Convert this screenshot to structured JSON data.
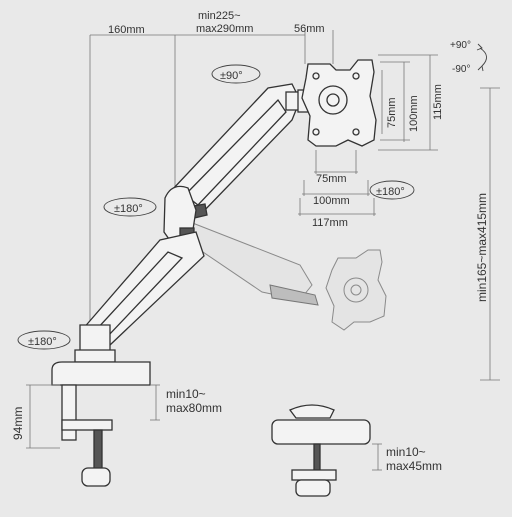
{
  "labels": {
    "arm_reach": "160mm",
    "head_reach_1": "min225~",
    "head_reach_2": "max290mm",
    "vesa_offset": "56mm",
    "tilt_up": "+90°",
    "tilt_down": "-90°",
    "rotate_top": "±90°",
    "vesa_h_75": "75mm",
    "vesa_h_100": "100mm",
    "vesa_h_115": "115mm",
    "vesa_w_75": "75mm",
    "vesa_w_100": "100mm",
    "vesa_w_117": "117mm",
    "swivel_head": "±180°",
    "swivel_elbow": "±180°",
    "swivel_base": "±180°",
    "height_range": "min165~max415mm",
    "clamp_height": "94mm",
    "clamp_range_1": "min10~",
    "clamp_range_2": "max80mm",
    "grommet_range_1": "min10~",
    "grommet_range_2": "max45mm"
  }
}
